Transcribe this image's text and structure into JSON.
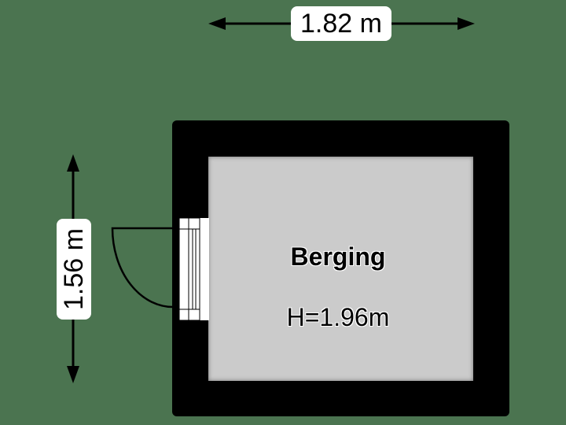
{
  "floorplan": {
    "dimensions": {
      "width_label": "1.82 m",
      "height_label": "1.56 m"
    },
    "room": {
      "name": "Berging",
      "height_label": "H=1.96m"
    },
    "colors": {
      "background": "#4b7450",
      "wall": "#000000",
      "floor": "#cbcbcb",
      "label_bg": "#ffffff"
    }
  }
}
